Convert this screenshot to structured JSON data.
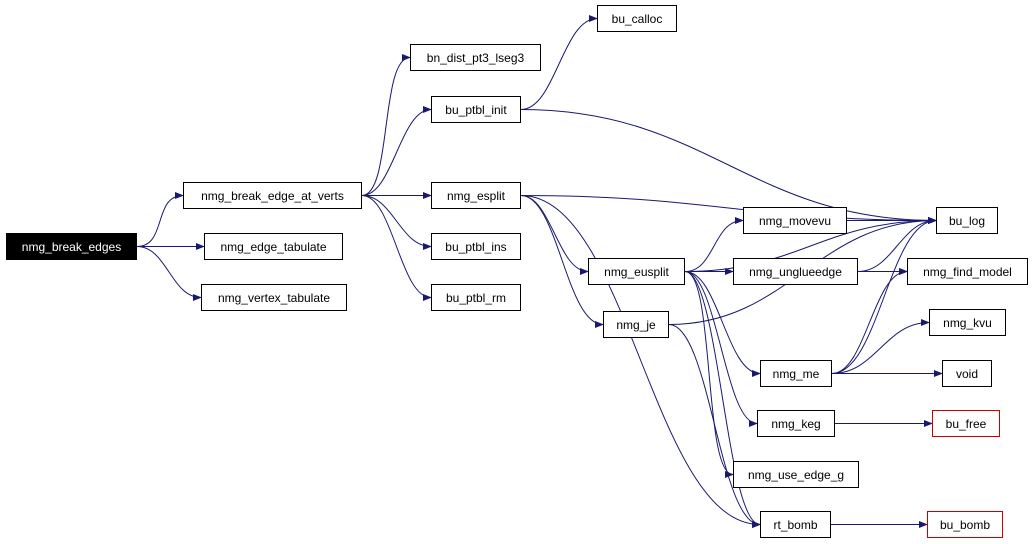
{
  "diagram": {
    "nodes": {
      "nmg_break_edges": "nmg_break_edges",
      "nmg_break_edge_at_verts": "nmg_break_edge_at_verts",
      "nmg_edge_tabulate": "nmg_edge_tabulate",
      "nmg_vertex_tabulate": "nmg_vertex_tabulate",
      "bn_dist_pt3_lseg3": "bn_dist_pt3_lseg3",
      "bu_calloc": "bu_calloc",
      "bu_ptbl_init": "bu_ptbl_init",
      "nmg_esplit": "nmg_esplit",
      "bu_ptbl_ins": "bu_ptbl_ins",
      "bu_ptbl_rm": "bu_ptbl_rm",
      "nmg_eusplit": "nmg_eusplit",
      "nmg_je": "nmg_je",
      "nmg_movevu": "nmg_movevu",
      "nmg_unglueedge": "nmg_unglueedge",
      "bu_log": "bu_log",
      "nmg_find_model": "nmg_find_model",
      "nmg_kvu": "nmg_kvu",
      "nmg_me": "nmg_me",
      "void": "void",
      "nmg_keg": "nmg_keg",
      "bu_free": "bu_free",
      "nmg_use_edge_g": "nmg_use_edge_g",
      "rt_bomb": "rt_bomb",
      "bu_bomb": "bu_bomb"
    },
    "edges": [
      [
        "nmg_break_edges",
        "nmg_break_edge_at_verts"
      ],
      [
        "nmg_break_edges",
        "nmg_edge_tabulate"
      ],
      [
        "nmg_break_edges",
        "nmg_vertex_tabulate"
      ],
      [
        "nmg_break_edge_at_verts",
        "bn_dist_pt3_lseg3"
      ],
      [
        "nmg_break_edge_at_verts",
        "bu_ptbl_init"
      ],
      [
        "nmg_break_edge_at_verts",
        "nmg_esplit"
      ],
      [
        "nmg_break_edge_at_verts",
        "bu_ptbl_ins"
      ],
      [
        "nmg_break_edge_at_verts",
        "bu_ptbl_rm"
      ],
      [
        "bu_ptbl_init",
        "bu_calloc"
      ],
      [
        "bu_ptbl_init",
        "bu_log"
      ],
      [
        "nmg_esplit",
        "bu_log"
      ],
      [
        "nmg_esplit",
        "nmg_eusplit"
      ],
      [
        "nmg_esplit",
        "nmg_je"
      ],
      [
        "nmg_esplit",
        "rt_bomb"
      ],
      [
        "nmg_eusplit",
        "bu_log"
      ],
      [
        "nmg_eusplit",
        "nmg_movevu"
      ],
      [
        "nmg_eusplit",
        "nmg_unglueedge"
      ],
      [
        "nmg_eusplit",
        "nmg_me"
      ],
      [
        "nmg_eusplit",
        "nmg_keg"
      ],
      [
        "nmg_eusplit",
        "nmg_use_edge_g"
      ],
      [
        "nmg_eusplit",
        "rt_bomb"
      ],
      [
        "nmg_je",
        "bu_log"
      ],
      [
        "nmg_je",
        "rt_bomb"
      ],
      [
        "nmg_movevu",
        "bu_log"
      ],
      [
        "nmg_unglueedge",
        "bu_log"
      ],
      [
        "nmg_unglueedge",
        "nmg_find_model"
      ],
      [
        "nmg_me",
        "bu_log"
      ],
      [
        "nmg_me",
        "nmg_find_model"
      ],
      [
        "nmg_me",
        "nmg_kvu"
      ],
      [
        "nmg_me",
        "void"
      ],
      [
        "nmg_keg",
        "bu_free"
      ],
      [
        "rt_bomb",
        "bu_bomb"
      ]
    ],
    "colors": {
      "edge": "#191970",
      "root_fill": "#000000",
      "root_text": "#ffffff",
      "external_border": "#cc0000",
      "node_border": "#000000"
    }
  }
}
